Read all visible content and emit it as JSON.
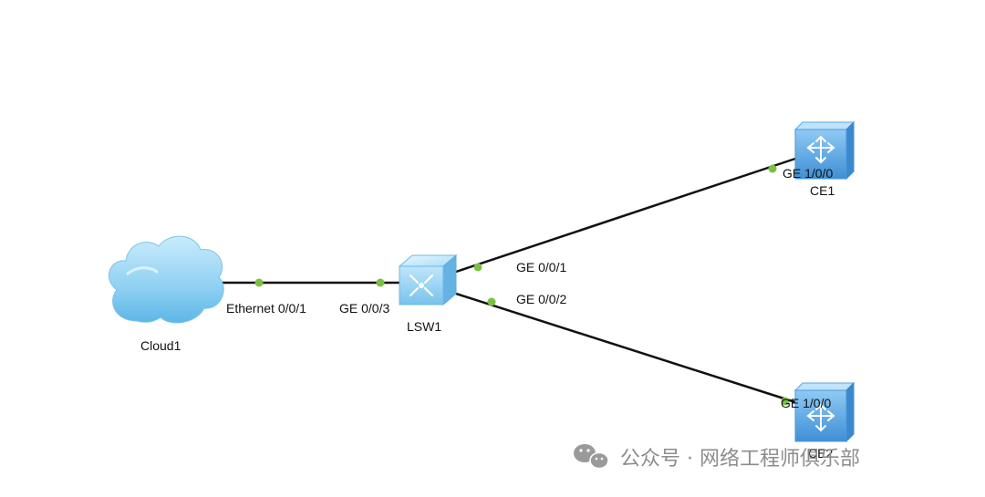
{
  "nodes": {
    "cloud": {
      "name": "Cloud1"
    },
    "switch": {
      "name": "LSW1"
    },
    "ce1": {
      "name": "CE1"
    },
    "ce2": {
      "name": "CE2"
    }
  },
  "ports": {
    "cloud_eth": "Ethernet 0/0/1",
    "lsw_ge003": "GE 0/0/3",
    "lsw_ge001": "GE 0/0/1",
    "lsw_ge002": "GE 0/0/2",
    "ce1_ge100": "GE 1/0/0",
    "ce2_ge100": "GE 1/0/0"
  },
  "watermark": "公众号 · 网络工程师俱乐部",
  "colors": {
    "link": "#111111",
    "port_dot": "#7ac142",
    "cloud": "#8ed0f2",
    "device": "#5aa9e8",
    "watermark": "#8c8c8c"
  }
}
